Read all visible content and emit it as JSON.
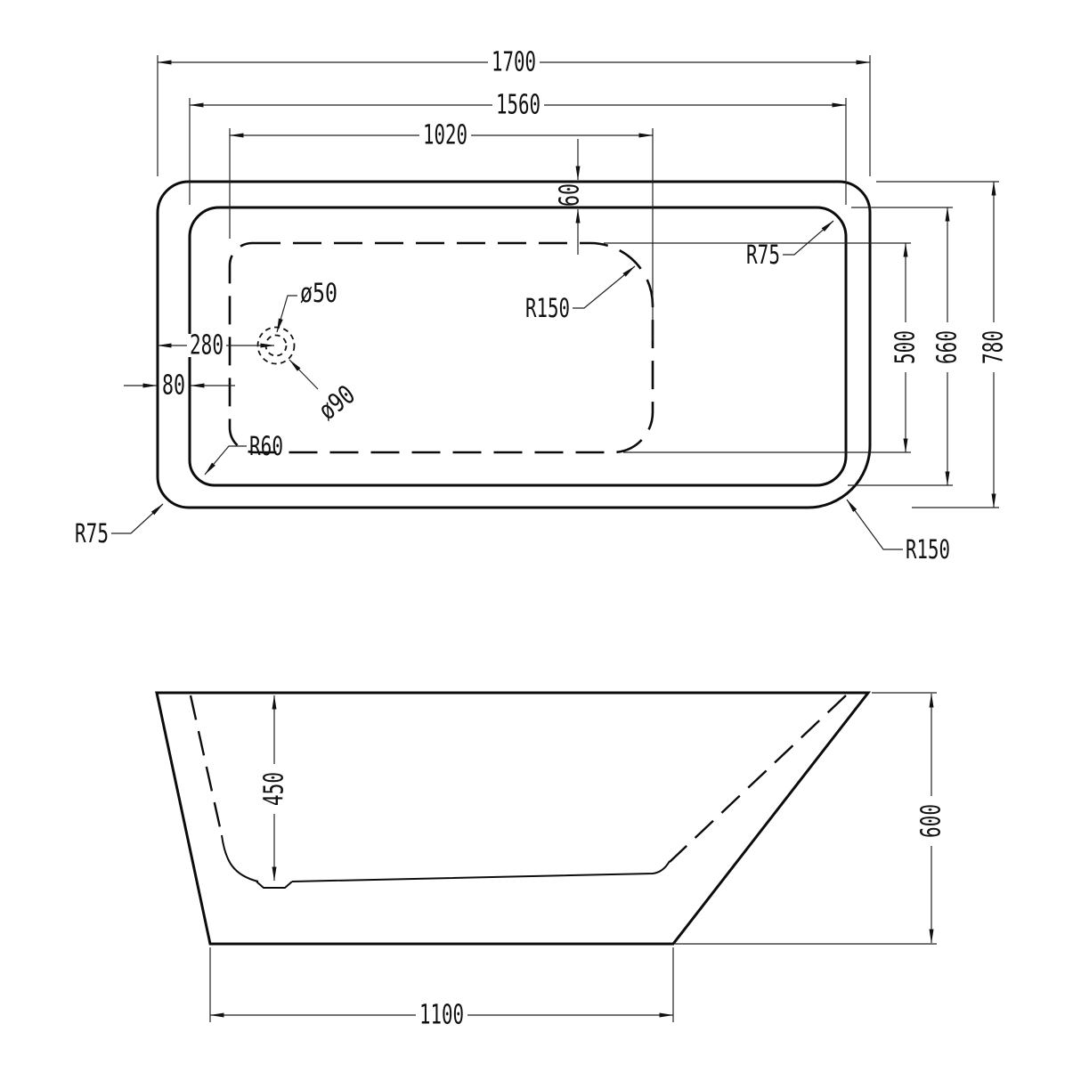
{
  "drawing": {
    "type": "bathtub technical drawing",
    "views": [
      "top view",
      "side elevation"
    ]
  },
  "top_view": {
    "dim_overall_length": "1700",
    "dim_rim_length": "1560",
    "dim_basin_length": "1020",
    "dim_rim_top_width": "60",
    "dim_drain_offset": "280",
    "dim_rim_side_width": "80",
    "dim_basin_width": "500",
    "dim_rim_width": "660",
    "dim_overall_width": "780",
    "label_radius_inner_top_right": "R75",
    "label_radius_basin_corner": "R150",
    "label_drain_small": "ø50",
    "label_drain_large": "ø90",
    "label_radius_inner_bottom_left": "R60",
    "label_radius_outer_bottom_left": "R75",
    "label_radius_outer_bottom_right": "R150"
  },
  "side_view": {
    "dim_inner_depth": "450",
    "dim_overall_height": "600",
    "dim_base_length": "1100"
  }
}
